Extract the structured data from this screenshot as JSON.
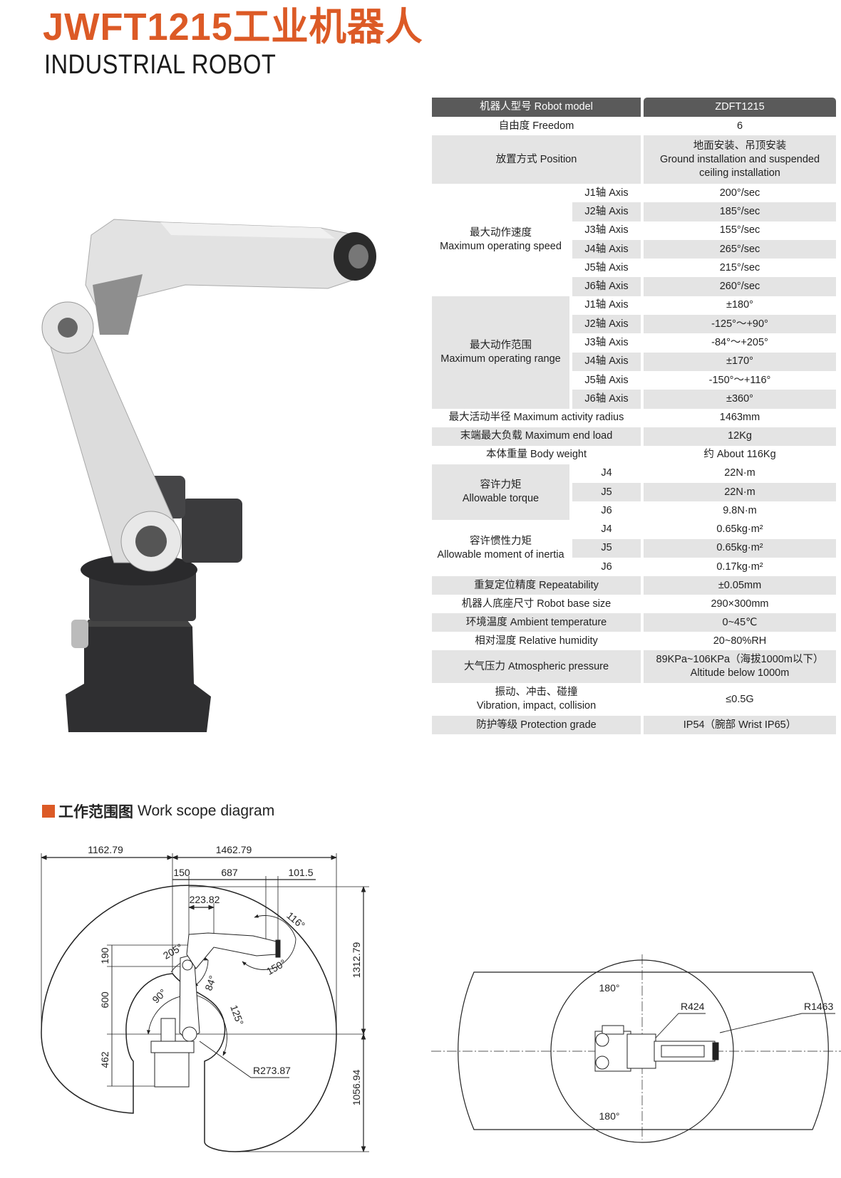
{
  "header": {
    "title": "JWFT1215工业机器人",
    "subtitle": "INDUSTRIAL ROBOT"
  },
  "colors": {
    "accent": "#dc5a26",
    "table_header": "#5a5a5a",
    "row_shade": "#e4e4e4"
  },
  "spec_table": {
    "header": {
      "label": "机器人型号 Robot model",
      "value": "ZDFT1215"
    },
    "rows": [
      {
        "label": [
          "自由度 Freedom"
        ],
        "value": [
          "6"
        ],
        "shade": "white"
      },
      {
        "label": [
          "放置方式 Position"
        ],
        "value": [
          "地面安装、吊顶安装",
          "Ground installation and suspended",
          "ceiling installation"
        ],
        "shade": "gray"
      },
      {
        "group": [
          "最大动作速度",
          "Maximum operating speed"
        ],
        "shade": "white",
        "items": [
          {
            "sub": "J1轴 Axis",
            "value": "200°/sec"
          },
          {
            "sub": "J2轴 Axis",
            "value": "185°/sec"
          },
          {
            "sub": "J3轴 Axis",
            "value": "155°/sec"
          },
          {
            "sub": "J4轴 Axis",
            "value": "265°/sec"
          },
          {
            "sub": "J5轴 Axis",
            "value": "215°/sec"
          },
          {
            "sub": "J6轴 Axis",
            "value": "260°/sec"
          }
        ]
      },
      {
        "group": [
          "最大动作范围",
          "Maximum operating range"
        ],
        "shade": "gray",
        "items": [
          {
            "sub": "J1轴 Axis",
            "value": "±180°"
          },
          {
            "sub": "J2轴 Axis",
            "value": "-125°～+90°"
          },
          {
            "sub": "J3轴 Axis",
            "value": "-84°～+205°"
          },
          {
            "sub": "J4轴 Axis",
            "value": "±170°"
          },
          {
            "sub": "J5轴 Axis",
            "value": "-150°～+116°"
          },
          {
            "sub": "J6轴 Axis",
            "value": "±360°"
          }
        ]
      },
      {
        "label": [
          "最大活动半径 Maximum activity radius"
        ],
        "value": [
          "1463mm"
        ],
        "shade": "white"
      },
      {
        "label": [
          "末端最大负载 Maximum end load"
        ],
        "value": [
          "12Kg"
        ],
        "shade": "gray"
      },
      {
        "label": [
          "本体重量 Body weight"
        ],
        "value": [
          "约 About 116Kg"
        ],
        "shade": "white"
      },
      {
        "group": [
          "容许力矩",
          "Allowable torque"
        ],
        "shade": "gray",
        "items": [
          {
            "sub": "J4",
            "value": "22N·m"
          },
          {
            "sub": "J5",
            "value": "22N·m"
          },
          {
            "sub": "J6",
            "value": "9.8N·m"
          }
        ]
      },
      {
        "group": [
          "容许惯性力矩",
          "Allowable moment of inertia"
        ],
        "shade": "white",
        "items": [
          {
            "sub": "J4",
            "value": "0.65kg·m²"
          },
          {
            "sub": "J5",
            "value": "0.65kg·m²"
          },
          {
            "sub": "J6",
            "value": "0.17kg·m²"
          }
        ]
      },
      {
        "label": [
          "重复定位精度 Repeatability"
        ],
        "value": [
          "±0.05mm"
        ],
        "shade": "gray"
      },
      {
        "label": [
          "机器人底座尺寸 Robot base size"
        ],
        "value": [
          "290×300mm"
        ],
        "shade": "white"
      },
      {
        "label": [
          "环境温度 Ambient temperature"
        ],
        "value": [
          "0~45℃"
        ],
        "shade": "gray"
      },
      {
        "label": [
          "相对湿度 Relative humidity"
        ],
        "value": [
          "20~80%RH"
        ],
        "shade": "white"
      },
      {
        "label": [
          "大气压力 Atmospheric pressure"
        ],
        "value": [
          "89KPa~106KPa（海拔1000m以下）",
          "Altitude below 1000m"
        ],
        "shade": "gray"
      },
      {
        "label": [
          "振动、冲击、碰撞",
          "Vibration, impact, collision"
        ],
        "value": [
          "≤0.5G"
        ],
        "shade": "white"
      },
      {
        "label": [
          "防护等级 Protection grade"
        ],
        "value": [
          "IP54（腕部 Wrist IP65）"
        ],
        "shade": "gray"
      }
    ]
  },
  "work_scope": {
    "heading_cn": "工作范围图",
    "heading_en": "Work scope diagram",
    "side_view": {
      "dims": {
        "d1162": "1162.79",
        "d1462": "1462.79",
        "d150": "150",
        "d687": "687",
        "d101": "101.5",
        "d223": "223.82",
        "d190": "190",
        "d600": "600",
        "d462": "462",
        "d1312": "1312.79",
        "d1056": "1056.94",
        "r273": "R273.87"
      },
      "angles": {
        "a205": "205°",
        "a84": "84°",
        "a90": "90°",
        "a125": "125°",
        "a116": "116°",
        "a150": "150°"
      }
    },
    "top_view": {
      "top_angle": "180°",
      "bottom_angle": "180°",
      "r_inner": "R424",
      "r_outer": "R1463"
    }
  }
}
